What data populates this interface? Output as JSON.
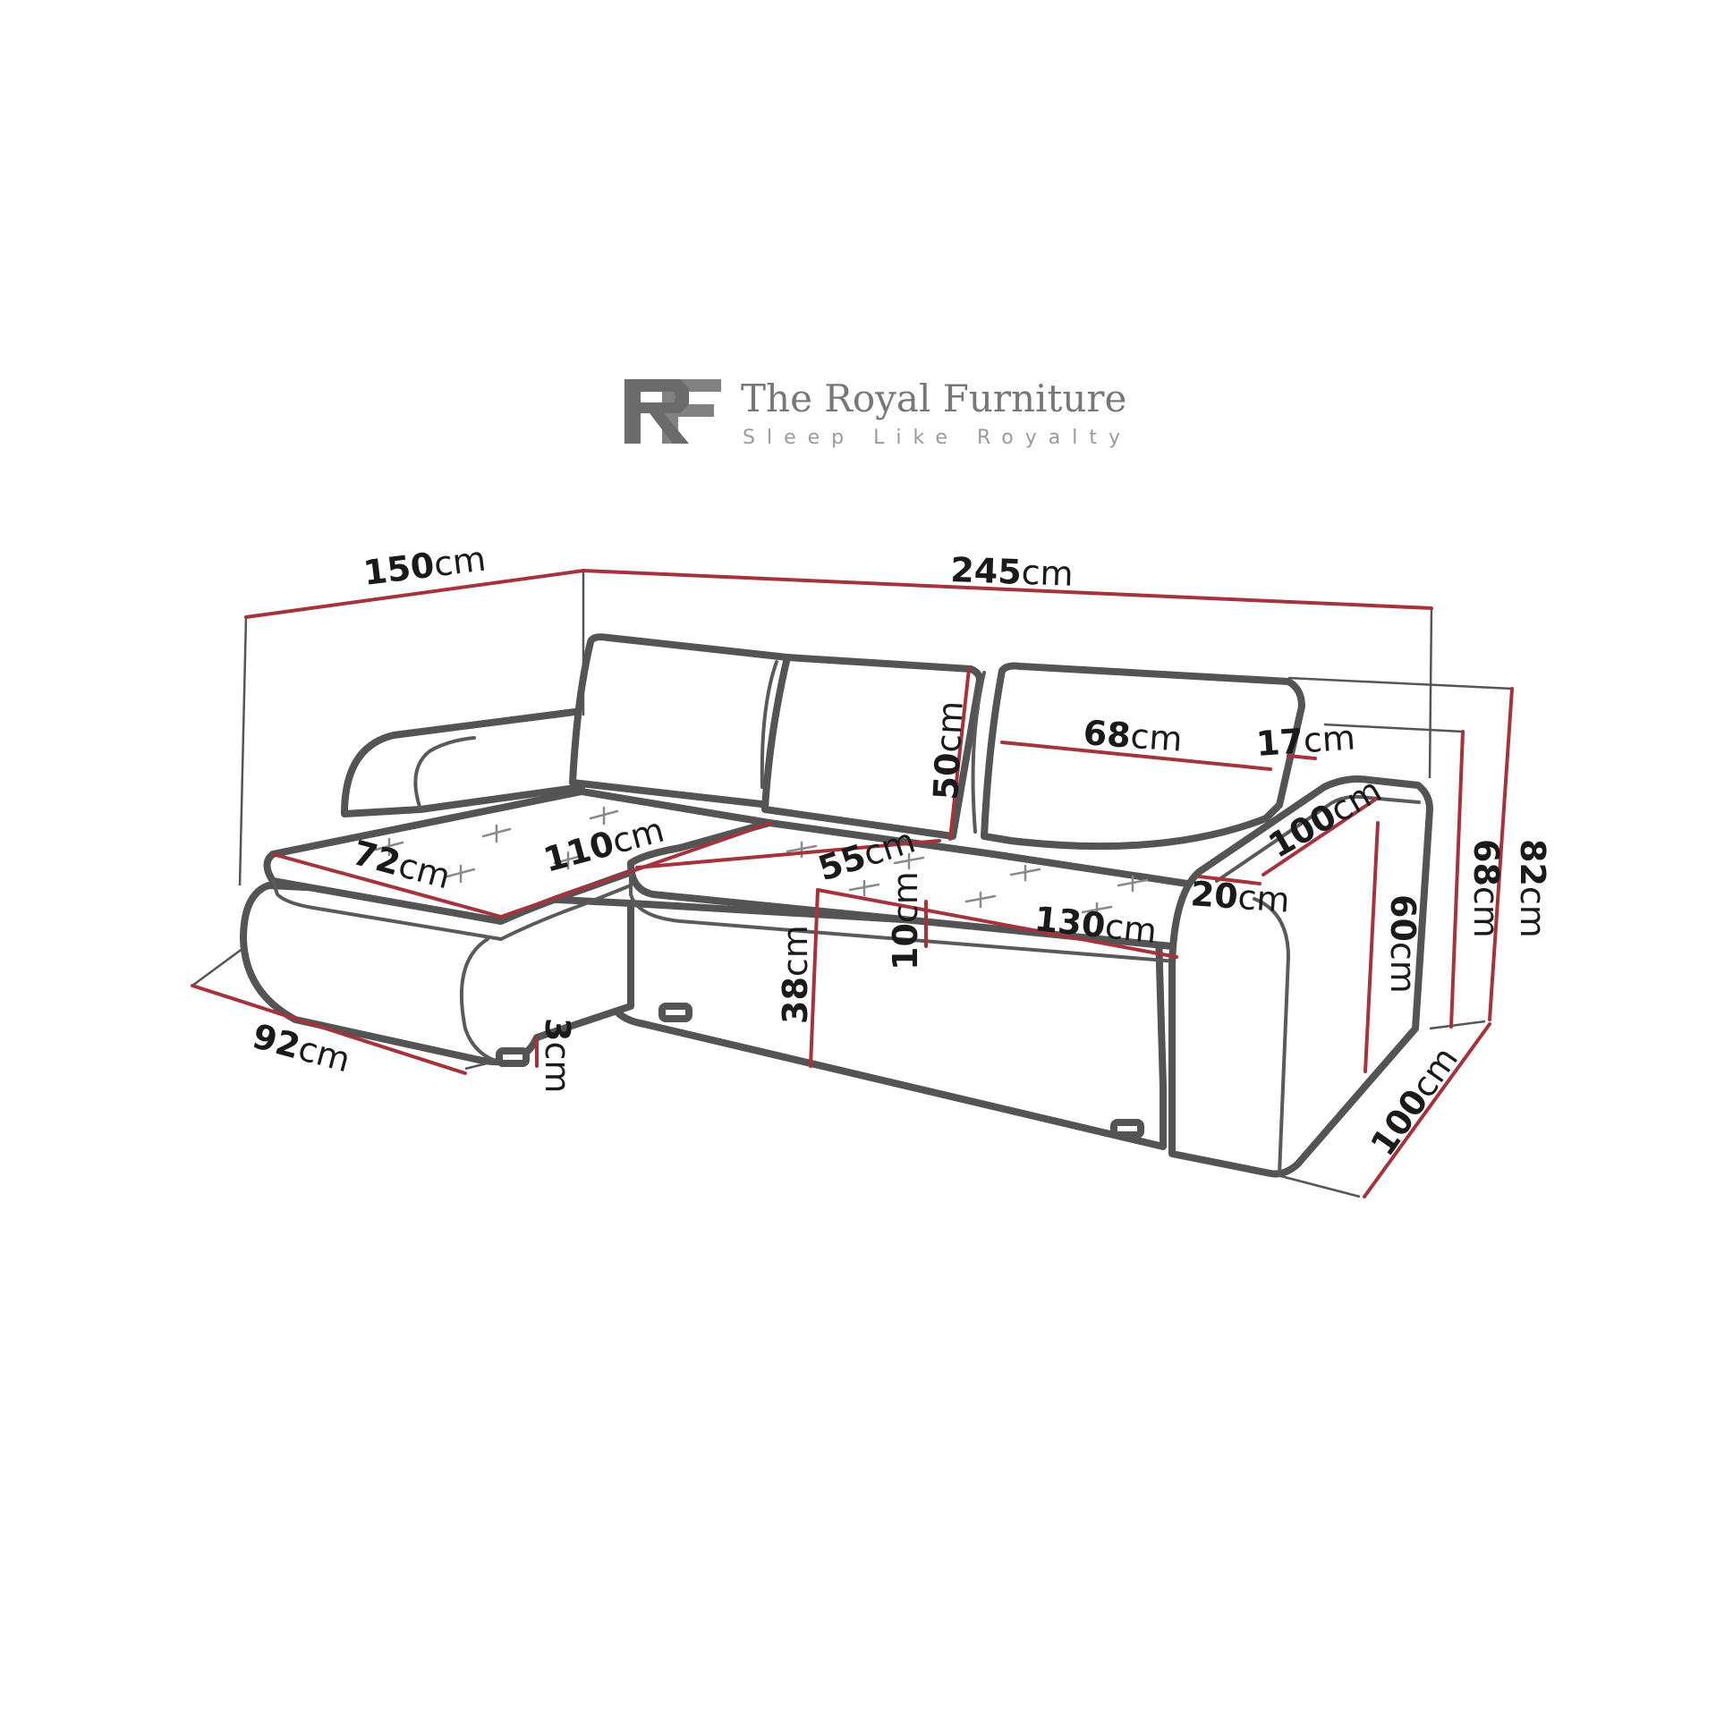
{
  "brand": {
    "name": "The Royal Furniture",
    "tagline": "Sleep Like Royalty",
    "logo_initials": "RF",
    "color": "#6b6b6b"
  },
  "accent_color": "#a5333b",
  "outline_color": "#545454",
  "dimensions": {
    "chaise_length": {
      "value": "150",
      "unit": "cm"
    },
    "overall_width": {
      "value": "245",
      "unit": "cm"
    },
    "chaise_depth": {
      "value": "92",
      "unit": "cm"
    },
    "foot_height": {
      "value": "3",
      "unit": "cm"
    },
    "chaise_seat_width": {
      "value": "72",
      "unit": "cm"
    },
    "chaise_seat_length": {
      "value": "110",
      "unit": "cm"
    },
    "seat_depth": {
      "value": "55",
      "unit": "cm"
    },
    "seat_height": {
      "value": "38",
      "unit": "cm"
    },
    "cushion_thickness": {
      "value": "10",
      "unit": "cm"
    },
    "seat_width": {
      "value": "130",
      "unit": "cm"
    },
    "backrest_height": {
      "value": "50",
      "unit": "cm"
    },
    "back_cushion_width": {
      "value": "68",
      "unit": "cm"
    },
    "back_cushion_depth": {
      "value": "17",
      "unit": "cm"
    },
    "armrest_length": {
      "value": "100",
      "unit": "cm"
    },
    "armrest_width": {
      "value": "20",
      "unit": "cm"
    },
    "armrest_height": {
      "value": "60",
      "unit": "cm"
    },
    "back_height": {
      "value": "68",
      "unit": "cm"
    },
    "total_height": {
      "value": "82",
      "unit": "cm"
    },
    "overall_depth": {
      "value": "100",
      "unit": "cm"
    }
  }
}
